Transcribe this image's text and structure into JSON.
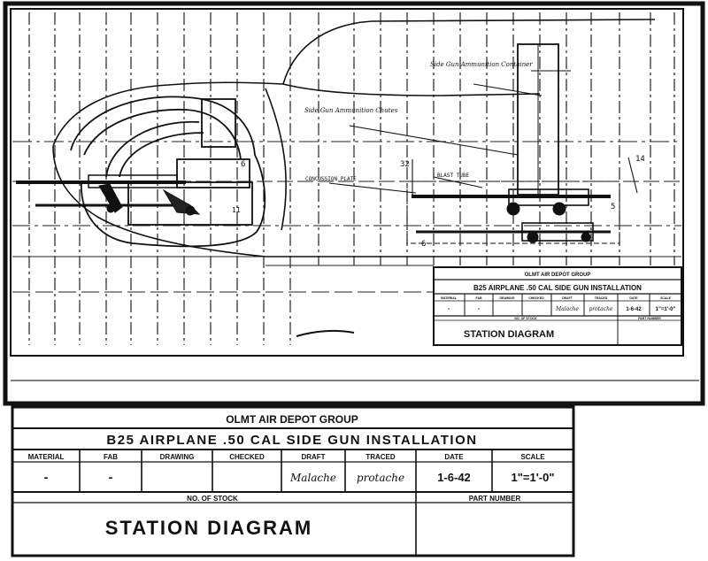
{
  "drawing": {
    "labels": {
      "side_gun_ammo_container": "Side Gun Ammunition Container",
      "side_gun_ammo_chutes": "Side Gun Ammunition Chutes",
      "dim_left_6": "6",
      "dim_14": "14",
      "dim_32": "32",
      "dim_5": "5",
      "dim_6": "6",
      "concussion_plate": "CONCUSSION PLATE",
      "blast_tube": "BLAST TUBE",
      "dim_11": "11"
    }
  },
  "title_block_small": {
    "depot": "OLMT AIR DEPOT GROUP",
    "title": "B25 AIRPLANE .50 CAL SIDE GUN INSTALLATION",
    "headers": [
      "MATERIAL",
      "FAB",
      "DRAWING",
      "CHECKED",
      "DRAFT",
      "TRACED",
      "DATE",
      "SCALE"
    ],
    "values": [
      "-",
      "-",
      "",
      "",
      "Malache",
      "protache",
      "1-6-42",
      "1\"=1'-0\""
    ],
    "name": "STATION DIAGRAM",
    "part_number_label": "PART NUMBER",
    "stock_label": "NO. OF STOCK"
  },
  "title_block_large": {
    "depot": "OLMT AIR DEPOT GROUP",
    "title": "B25 AIRPLANE .50 CAL SIDE GUN INSTALLATION",
    "headers": [
      "MATERIAL",
      "FAB",
      "DRAWING",
      "CHECKED",
      "DRAFT",
      "TRACED",
      "DATE",
      "SCALE"
    ],
    "values": [
      "-",
      "-",
      "",
      "",
      "Malache",
      "protache",
      "1-6-42",
      "1\"=1'-0\""
    ],
    "name": "STATION DIAGRAM",
    "part_number_label": "PART NUMBER",
    "stock_label": "NO. OF STOCK"
  }
}
